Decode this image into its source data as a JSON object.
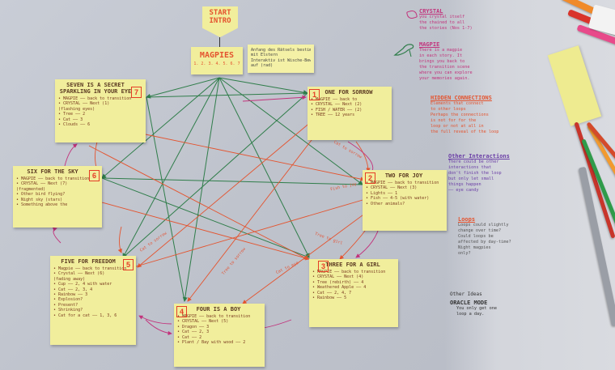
{
  "start": {
    "line1": "START",
    "line2": "INTRO"
  },
  "magpies": {
    "title": "MAGPIES",
    "sub": "1. 2. 3. 4. 5. 6. 7"
  },
  "aside": {
    "lines": [
      "Anfang des Rätsels bestimmen",
      "mit Elstern",
      "Interaktiv ist Wische-Bewegung",
      "auf (rad)"
    ]
  },
  "nodes": [
    {
      "num": "1",
      "title": "ONE FOR SORROW",
      "lines": [
        "• MAGPIE —— back to",
        "• CRYSTAL —— Next (2)",
        "• FISH / WATER —— (2)",
        "• TREE —— 12 years"
      ]
    },
    {
      "num": "2",
      "title": "TWO FOR JOY",
      "lines": [
        "• MAGPIE —— back to transition",
        "• CRYSTAL —— Next (3)",
        "• Lights —— 1",
        "• Fish —— 4-5 (with water)",
        "• Other animals?"
      ]
    },
    {
      "num": "3",
      "title": "THREE FOR A GIRL",
      "lines": [
        "• MAGPIE —— back to transition",
        "• CRYSTAL —— Next (4)",
        "• Tree (rebirth) —— 4",
        "• Weathered Apple —— 4",
        "• Cat —— 2, 4, 7",
        "• Rainbow —— 5"
      ]
    },
    {
      "num": "4",
      "title": "FOUR IS A BOY",
      "lines": [
        "• MAGPIE —— back to transition",
        "• CRYSTAL —— Next (5)",
        "• Dragon —— 3",
        "• Cat —— 2, 3",
        "• Cat —— 2",
        "• Plant / Bay with wood —— 2"
      ]
    },
    {
      "num": "5",
      "title": "FIVE FOR FREEDOM",
      "lines": [
        "• Magpie —— back to transition",
        "• Crystal —— Next (6)",
        "  (fading away)",
        "• Cup —— 2, 4 with water",
        "• Cat —— 2, 3, 4",
        "• Rainbow —— 3",
        "• Explosion?",
        "• Present?",
        "• Shrinking?",
        "• Cat for a cat —— 1, 3, 6"
      ]
    },
    {
      "num": "6",
      "title": "SIX FOR THE SKY",
      "lines": [
        "• MAGPIE —— back to transition",
        "• CRYSTAL —— Next (7)",
        "  (fragmented)",
        "• Other bird flying?",
        "• Night sky (stars)",
        "• Something above the"
      ]
    },
    {
      "num": "7",
      "title": "SEVEN IS A SECRET SPARKLING IN YOUR EYE",
      "lines": [
        "• MAGPIE —— back to transition",
        "• CRYSTAL —— Next (1)",
        "  (flashing eyes)",
        "• Tree —— 2",
        "• Cat —— 3",
        "• Clouds —— 6"
      ]
    }
  ],
  "arrow_labels": [
    "Cat to sorrow",
    "Tree to sorrow",
    "Cat to eye",
    "Tree to girl",
    "Fish to joy",
    "Cat to sorrow"
  ],
  "right": {
    "crystal_head": "CRYSTAL",
    "crystal_lines": [
      "you crystal itself",
      "the chained to all",
      "the stories (Nos 1-7)"
    ],
    "magpie_head": "MAGPIE",
    "magpie_lines": [
      "There is a magpie",
      "in each story. It",
      "brings you back to",
      "the transition scene",
      "where you can explore",
      "your memories again."
    ],
    "hidden_head": "HIDDEN CONNECTIONS",
    "hidden_lines": [
      "Elements that connect",
      "to other loops",
      "Perhaps the connections",
      "is not for for the",
      "loop or not at all in",
      "the full reveal of the loop"
    ],
    "other_head": "Other Interactions",
    "other_lines": [
      "There could be other",
      "interactions that",
      "don't finish the loop",
      "but only let small",
      "things happen",
      "—— eye candy"
    ],
    "loops_head": "Loops",
    "loops_lines": [
      "Loops could slightly",
      "change over time?",
      "Could loops be",
      "affected by day-time?",
      "Night magpies",
      "only?"
    ],
    "ideas_head": "Other Ideas",
    "oracle_head": "ORACLE MODE",
    "oracle_lines": [
      "You only get one",
      "loop a day."
    ]
  },
  "colors": {
    "green": "#2f7d4a",
    "orange": "#e4542f",
    "magenta": "#c2337c",
    "purple": "#6b3fa6",
    "note": "#f1ee9c",
    "badge": "#e53d26"
  }
}
